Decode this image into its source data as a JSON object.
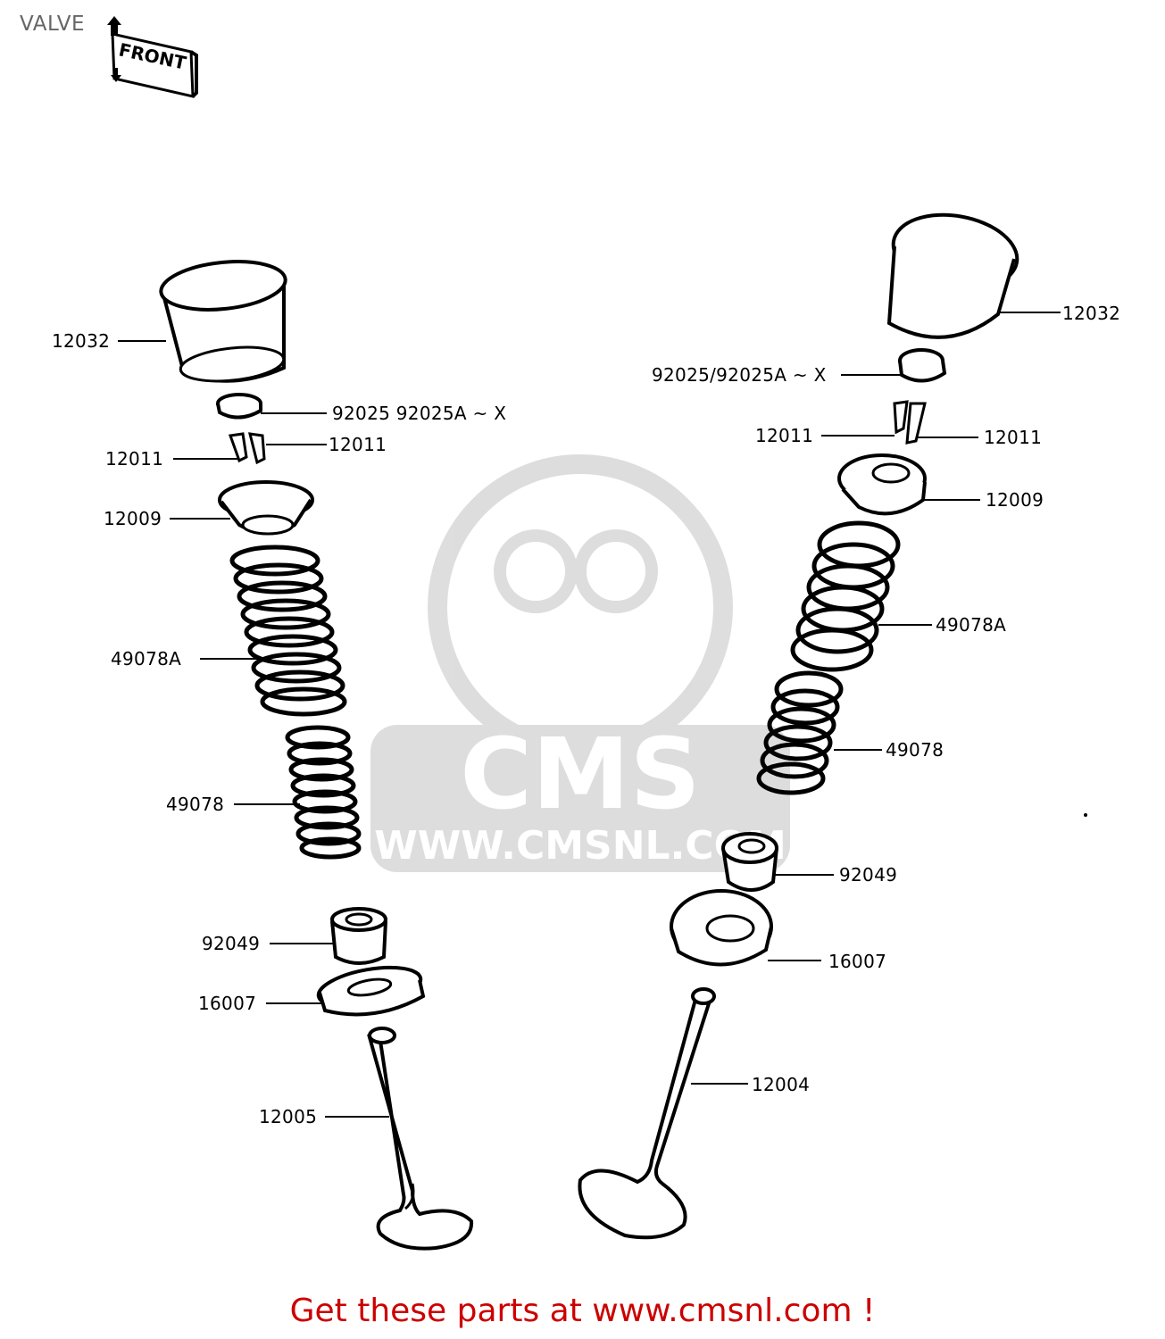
{
  "title": "VALVE",
  "front_marker": "FRONT",
  "watermark": {
    "brand": "CMS",
    "url": "WWW.CMSNL.COM"
  },
  "footer": {
    "text": "Get these parts at www.cmsnl.com !",
    "color": "#cc0000"
  },
  "left_valve": {
    "labels": {
      "tappet": "12032",
      "shim": "92025 92025A ~ X",
      "cotter_left": "12011",
      "cotter_right": "12011",
      "retainer": "12009",
      "outer_spring": "49078A",
      "inner_spring": "49078",
      "stem_seal": "92049",
      "spring_seat": "16007",
      "valve": "12005"
    }
  },
  "right_valve": {
    "labels": {
      "tappet": "12032",
      "shim": "92025/92025A ~ X",
      "cotter_left": "12011",
      "cotter_right": "12011",
      "retainer": "12009",
      "outer_spring": "49078A",
      "inner_spring": "49078",
      "stem_seal": "92049",
      "spring_seat": "16007",
      "valve": "12004"
    }
  }
}
